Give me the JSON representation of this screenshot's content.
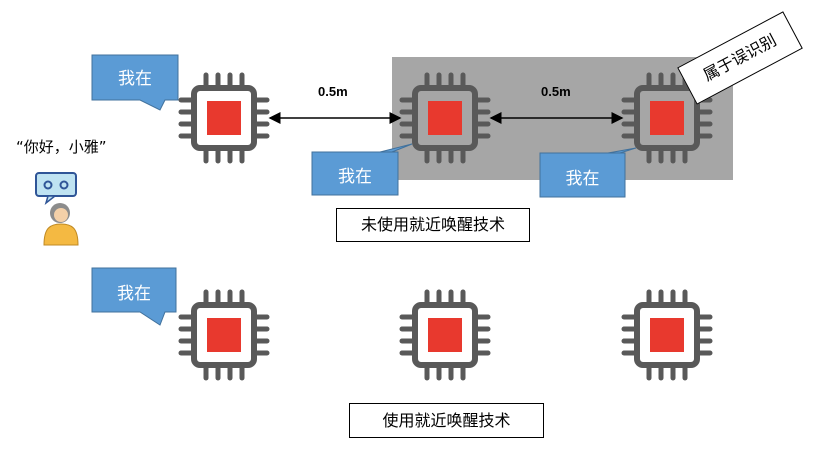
{
  "user": {
    "utterance": "“你好，小雅”"
  },
  "top_scenario": {
    "responses": [
      "我在",
      "我在",
      "我在"
    ],
    "distances": [
      "0.5m",
      "0.5m"
    ],
    "misfire_label": "属于误识别",
    "caption": "未使用就近唤醒技术"
  },
  "bottom_scenario": {
    "responses": [
      "我在"
    ],
    "caption": "使用就近唤醒技术"
  },
  "colors": {
    "bubble": "#5b9bd5",
    "chip_body": "#595959",
    "chip_core": "#e8392e",
    "gray_zone": "#a6a6a6"
  },
  "icons": {
    "device": "chip-icon",
    "user": "person-icon",
    "speech": "speech-bubble-icon"
  }
}
